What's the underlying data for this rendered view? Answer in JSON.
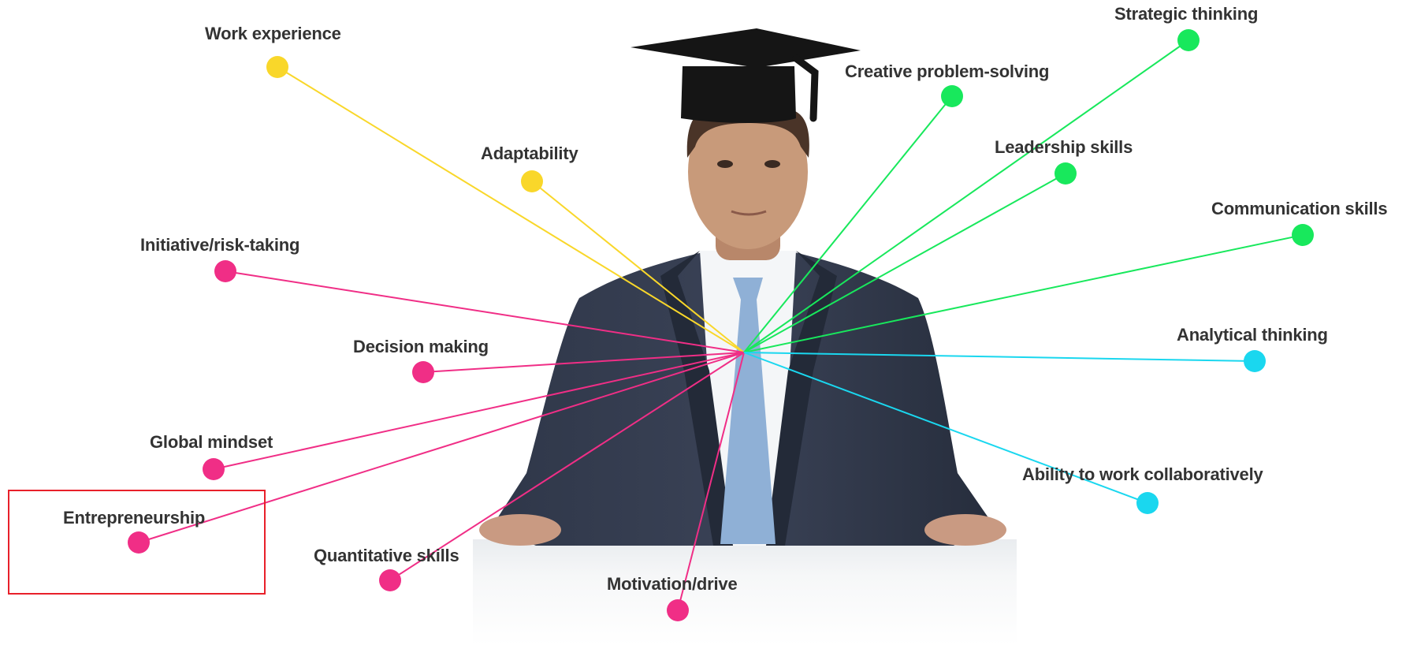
{
  "hub": {
    "label": ""
  },
  "colors": {
    "yellow": "#f9d72a",
    "green": "#18e85c",
    "cyan": "#1ad7ef",
    "pink": "#f02e86",
    "highlight": "#e8202a",
    "suit": "#283042",
    "shirt": "#f4f6f8",
    "tie": "#8fb0d6",
    "skin": "#c89a7a",
    "cap": "#151515"
  },
  "skills": [
    {
      "id": "work-experience",
      "label": "Work experience",
      "color": "yellow"
    },
    {
      "id": "adaptability",
      "label": "Adaptability",
      "color": "yellow"
    },
    {
      "id": "initiative-risk-taking",
      "label": "Initiative/risk-taking",
      "color": "pink"
    },
    {
      "id": "decision-making",
      "label": "Decision making",
      "color": "pink"
    },
    {
      "id": "global-mindset",
      "label": "Global mindset",
      "color": "pink"
    },
    {
      "id": "entrepreneurship",
      "label": "Entrepreneurship",
      "color": "pink",
      "highlighted": true
    },
    {
      "id": "quantitative-skills",
      "label": "Quantitative skills",
      "color": "pink"
    },
    {
      "id": "motivation-drive",
      "label": "Motivation/drive",
      "color": "pink"
    },
    {
      "id": "creative-problem-solving",
      "label": "Creative problem-solving",
      "color": "green"
    },
    {
      "id": "strategic-thinking",
      "label": "Strategic thinking",
      "color": "green"
    },
    {
      "id": "leadership-skills",
      "label": "Leadership skills",
      "color": "green"
    },
    {
      "id": "communication-skills",
      "label": "Communication skills",
      "color": "green"
    },
    {
      "id": "analytical-thinking",
      "label": "Analytical thinking",
      "color": "cyan"
    },
    {
      "id": "ability-to-work-collaboratively",
      "label": "Ability to work collaboratively",
      "color": "cyan"
    }
  ]
}
